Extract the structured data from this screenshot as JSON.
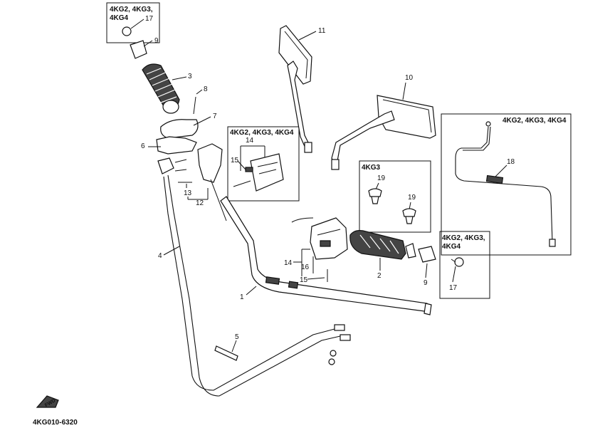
{
  "boxes": {
    "top_left": "4KG2, 4KG3,",
    "top_left_2": "4KG4",
    "switch": "4KG2, 4KG3, 4KG4",
    "mid": "4KG3",
    "cable_box": "4KG2, 4KG3, 4KG4",
    "right_small": "4KG2, 4KG3,",
    "right_small_2": "4KG4"
  },
  "callouts": {
    "c1": "1",
    "c2": "2",
    "c3": "3",
    "c4": "4",
    "c5": "5",
    "c6": "6",
    "c7": "7",
    "c8": "8",
    "c9a": "9",
    "c9b": "9",
    "c10": "10",
    "c11": "11",
    "c12": "12",
    "c13": "13",
    "c14a": "14",
    "c14b": "14",
    "c15a": "15",
    "c15b": "15",
    "c16": "16",
    "c17a": "17",
    "c17b": "17",
    "c18": "18",
    "c19a": "19",
    "c19b": "19"
  },
  "fwd_label": "FWD",
  "diagram_code": "4KG010-6320"
}
